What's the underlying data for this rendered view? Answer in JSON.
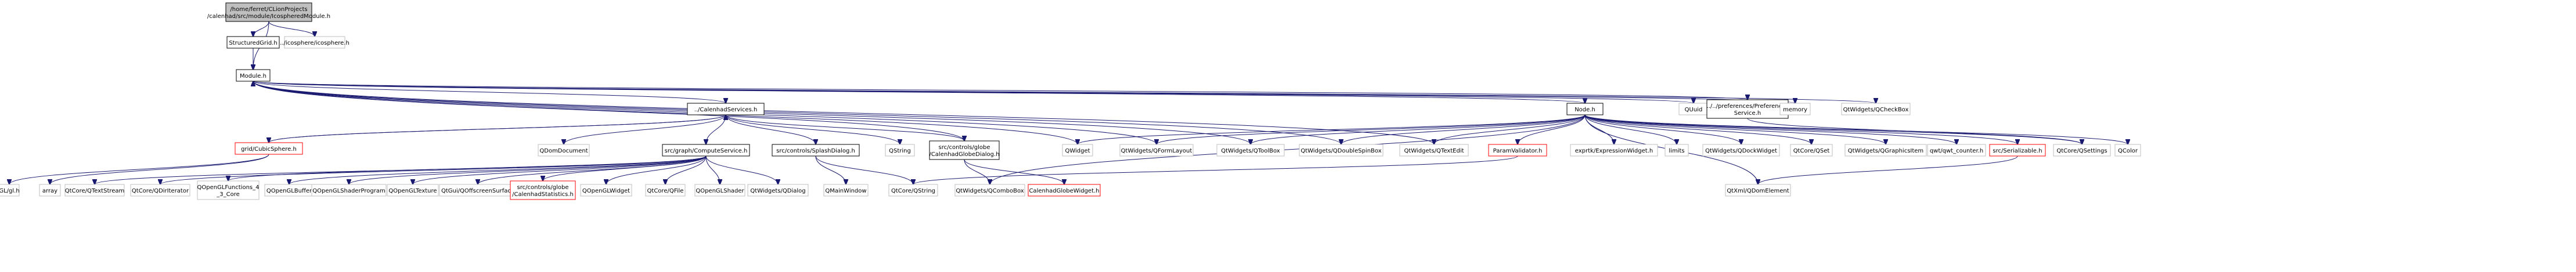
{
  "diagram": {
    "title": "",
    "colors": {
      "edge": "#191970",
      "root_fill": "#bfbfbf",
      "internal_border": "#000000",
      "leaf_border": "#bfbfbf",
      "incomplete_border": "#ff0000"
    },
    "nodes": [
      {
        "id": "root",
        "kind": "root",
        "lines": [
          "/home/ferret/CLionProjects",
          "/calenhad/src/module/IcospheredModule.h"
        ]
      },
      {
        "id": "structuredgrid",
        "kind": "internal",
        "lines": [
          "StructuredGrid.h"
        ]
      },
      {
        "id": "icosphere",
        "kind": "leaf",
        "lines": [
          "../icosphere/icosphere.h"
        ]
      },
      {
        "id": "module",
        "kind": "internal",
        "lines": [
          "Module.h"
        ]
      },
      {
        "id": "services",
        "kind": "internal",
        "lines": [
          "../CalenhadServices.h"
        ]
      },
      {
        "id": "node",
        "kind": "internal",
        "lines": [
          "Node.h"
        ]
      },
      {
        "id": "quuid",
        "kind": "leaf",
        "lines": [
          "QUuid"
        ]
      },
      {
        "id": "prefs",
        "kind": "internal",
        "lines": [
          "../../preferences/Preferences",
          "Service.h"
        ]
      },
      {
        "id": "memory",
        "kind": "leaf",
        "lines": [
          "memory"
        ]
      },
      {
        "id": "qcheckbox",
        "kind": "leaf",
        "lines": [
          "QtWidgets/QCheckBox"
        ]
      },
      {
        "id": "cubicsphere",
        "kind": "red",
        "lines": [
          "grid/CubicSphere.h"
        ]
      },
      {
        "id": "qdomdocument",
        "kind": "leaf",
        "lines": [
          "QDomDocument"
        ]
      },
      {
        "id": "computeservice",
        "kind": "internal",
        "lines": [
          "src/graph/ComputeService.h"
        ]
      },
      {
        "id": "splashdialog",
        "kind": "internal",
        "lines": [
          "src/controls/SplashDialog.h"
        ]
      },
      {
        "id": "qstring1",
        "kind": "leaf",
        "lines": [
          "QString"
        ]
      },
      {
        "id": "globedialog",
        "kind": "internal",
        "lines": [
          "src/controls/globe",
          "/CalenhadGlobeDialog.h"
        ]
      },
      {
        "id": "qwidget",
        "kind": "leaf",
        "lines": [
          "QWidget"
        ]
      },
      {
        "id": "qformlayout",
        "kind": "leaf",
        "lines": [
          "QtWidgets/QFormLayout"
        ]
      },
      {
        "id": "qtoolbox",
        "kind": "leaf",
        "lines": [
          "QtWidgets/QToolBox"
        ]
      },
      {
        "id": "qdoublespinbox",
        "kind": "leaf",
        "lines": [
          "QtWidgets/QDoubleSpinBox"
        ]
      },
      {
        "id": "qtextedit",
        "kind": "leaf",
        "lines": [
          "QtWidgets/QTextEdit"
        ]
      },
      {
        "id": "paramvalidator",
        "kind": "red",
        "lines": [
          "ParamValidator.h"
        ]
      },
      {
        "id": "exprtk",
        "kind": "leaf",
        "lines": [
          "exprtk/ExpressionWidget.h"
        ]
      },
      {
        "id": "limits",
        "kind": "leaf",
        "lines": [
          "limits"
        ]
      },
      {
        "id": "qdockwidget",
        "kind": "leaf",
        "lines": [
          "QtWidgets/QDockWidget"
        ]
      },
      {
        "id": "qset",
        "kind": "leaf",
        "lines": [
          "QtCore/QSet"
        ]
      },
      {
        "id": "qgraphicsitem",
        "kind": "leaf",
        "lines": [
          "QtWidgets/QGraphicsItem"
        ]
      },
      {
        "id": "qwtcounter",
        "kind": "leaf",
        "lines": [
          "qwt/qwt_counter.h"
        ]
      },
      {
        "id": "serializable",
        "kind": "red",
        "lines": [
          "src/Serializable.h"
        ]
      },
      {
        "id": "qsettings",
        "kind": "leaf",
        "lines": [
          "QtCore/QSettings"
        ]
      },
      {
        "id": "qcolor",
        "kind": "leaf",
        "lines": [
          "QColor"
        ]
      },
      {
        "id": "glgl",
        "kind": "leaf",
        "lines": [
          "GL/gl.h"
        ]
      },
      {
        "id": "array",
        "kind": "leaf",
        "lines": [
          "array"
        ]
      },
      {
        "id": "qtextstream",
        "kind": "leaf",
        "lines": [
          "QtCore/QTextStream"
        ]
      },
      {
        "id": "qdiriterator",
        "kind": "leaf",
        "lines": [
          "QtCore/QDirIterator"
        ]
      },
      {
        "id": "qoglfunctions",
        "kind": "leaf",
        "lines": [
          "QOpenGLFunctions_4",
          "_3_Core"
        ]
      },
      {
        "id": "qoglbuffer",
        "kind": "leaf",
        "lines": [
          "QOpenGLBuffer"
        ]
      },
      {
        "id": "qoglshaderprogram",
        "kind": "leaf",
        "lines": [
          "QOpenGLShaderProgram"
        ]
      },
      {
        "id": "qogltexture",
        "kind": "leaf",
        "lines": [
          "QOpenGLTexture"
        ]
      },
      {
        "id": "qoffscreen",
        "kind": "leaf",
        "lines": [
          "QtGui/QOffscreenSurface"
        ]
      },
      {
        "id": "statistics",
        "kind": "red",
        "lines": [
          "src/controls/globe",
          "/CalenhadStatistics.h"
        ]
      },
      {
        "id": "qoglwidget",
        "kind": "leaf",
        "lines": [
          "QOpenGLWidget"
        ]
      },
      {
        "id": "qfile",
        "kind": "leaf",
        "lines": [
          "QtCore/QFile"
        ]
      },
      {
        "id": "qoglshader",
        "kind": "leaf",
        "lines": [
          "QOpenGLShader"
        ]
      },
      {
        "id": "qdialog",
        "kind": "leaf",
        "lines": [
          "QtWidgets/QDialog"
        ]
      },
      {
        "id": "qmainwindow",
        "kind": "leaf",
        "lines": [
          "QMainWindow"
        ]
      },
      {
        "id": "qstring2",
        "kind": "leaf",
        "lines": [
          "QtCore/QString"
        ]
      },
      {
        "id": "qcombobox",
        "kind": "leaf",
        "lines": [
          "QtWidgets/QComboBox"
        ]
      },
      {
        "id": "globewidget",
        "kind": "red",
        "lines": [
          "CalenhadGlobeWidget.h"
        ]
      },
      {
        "id": "qdomelement",
        "kind": "leaf",
        "lines": [
          "QtXml/QDomElement"
        ]
      }
    ],
    "edges": [
      [
        "root",
        "structuredgrid"
      ],
      [
        "root",
        "icosphere"
      ],
      [
        "root",
        "module"
      ],
      [
        "structuredgrid",
        "module"
      ],
      [
        "module",
        "services"
      ],
      [
        "module",
        "node"
      ],
      [
        "module",
        "quuid"
      ],
      [
        "module",
        "prefs"
      ],
      [
        "module",
        "memory"
      ],
      [
        "module",
        "qcheckbox"
      ],
      [
        "module",
        "qwidget"
      ],
      [
        "module",
        "qformlayout"
      ],
      [
        "module",
        "qtoolbox"
      ],
      [
        "module",
        "qdoublespinbox"
      ],
      [
        "module",
        "qtextedit"
      ],
      [
        "services",
        "cubicsphere"
      ],
      [
        "services",
        "qdomdocument"
      ],
      [
        "services",
        "computeservice"
      ],
      [
        "services",
        "splashdialog"
      ],
      [
        "services",
        "qstring1"
      ],
      [
        "services",
        "globedialog"
      ],
      [
        "cubicsphere",
        "services"
      ],
      [
        "globedialog",
        "module"
      ],
      [
        "cubicsphere",
        "glgl"
      ],
      [
        "cubicsphere",
        "array"
      ],
      [
        "computeservice",
        "qtextstream"
      ],
      [
        "computeservice",
        "qdiriterator"
      ],
      [
        "computeservice",
        "qoglfunctions"
      ],
      [
        "computeservice",
        "qoglbuffer"
      ],
      [
        "computeservice",
        "qoglshaderprogram"
      ],
      [
        "computeservice",
        "qogltexture"
      ],
      [
        "computeservice",
        "qoffscreen"
      ],
      [
        "computeservice",
        "statistics"
      ],
      [
        "computeservice",
        "qoglwidget"
      ],
      [
        "computeservice",
        "qfile"
      ],
      [
        "computeservice",
        "qoglshader"
      ],
      [
        "computeservice",
        "qdialog"
      ],
      [
        "splashdialog",
        "qmainwindow"
      ],
      [
        "splashdialog",
        "qstring2"
      ],
      [
        "globedialog",
        "qcombobox"
      ],
      [
        "globedialog",
        "globewidget"
      ],
      [
        "node",
        "qwidget"
      ],
      [
        "node",
        "qformlayout"
      ],
      [
        "node",
        "qtoolbox"
      ],
      [
        "node",
        "qdoublespinbox"
      ],
      [
        "node",
        "qtextedit"
      ],
      [
        "node",
        "paramvalidator"
      ],
      [
        "node",
        "exprtk"
      ],
      [
        "node",
        "limits"
      ],
      [
        "node",
        "qdockwidget"
      ],
      [
        "node",
        "qset"
      ],
      [
        "node",
        "qgraphicsitem"
      ],
      [
        "node",
        "qwtcounter"
      ],
      [
        "node",
        "serializable"
      ],
      [
        "node",
        "qsettings"
      ],
      [
        "node",
        "qcolor"
      ],
      [
        "node",
        "qdomelement"
      ],
      [
        "node",
        "qcombobox"
      ],
      [
        "paramvalidator",
        "qstring2"
      ],
      [
        "serializable",
        "qdomelement"
      ],
      [
        "prefs",
        "qsettings"
      ]
    ]
  }
}
